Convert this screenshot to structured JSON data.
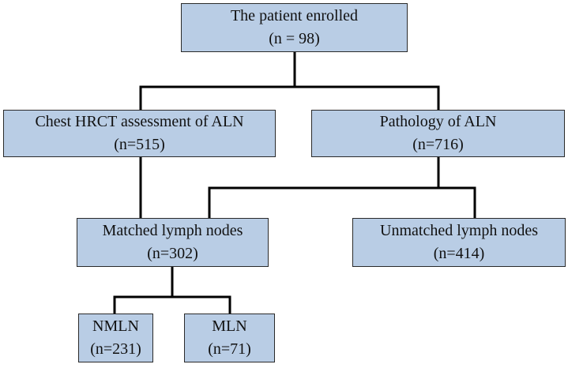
{
  "colors": {
    "box_fill": "#b9cde5",
    "box_border": "#2a2a2a",
    "connector": "#000000"
  },
  "nodes": {
    "patient_enrolled": {
      "title": "The patient enrolled",
      "count": "(n = 98)"
    },
    "chest_hrct": {
      "title": "Chest HRCT assessment of ALN",
      "count": "(n=515)"
    },
    "pathology": {
      "title": "Pathology of ALN",
      "count": "(n=716)"
    },
    "matched": {
      "title": "Matched lymph nodes",
      "count": "(n=302)"
    },
    "unmatched": {
      "title": "Unmatched lymph nodes",
      "count": "(n=414)"
    },
    "nmln": {
      "title": "NMLN",
      "count": "(n=231)"
    },
    "mln": {
      "title": "MLN",
      "count": "(n=71)"
    }
  }
}
